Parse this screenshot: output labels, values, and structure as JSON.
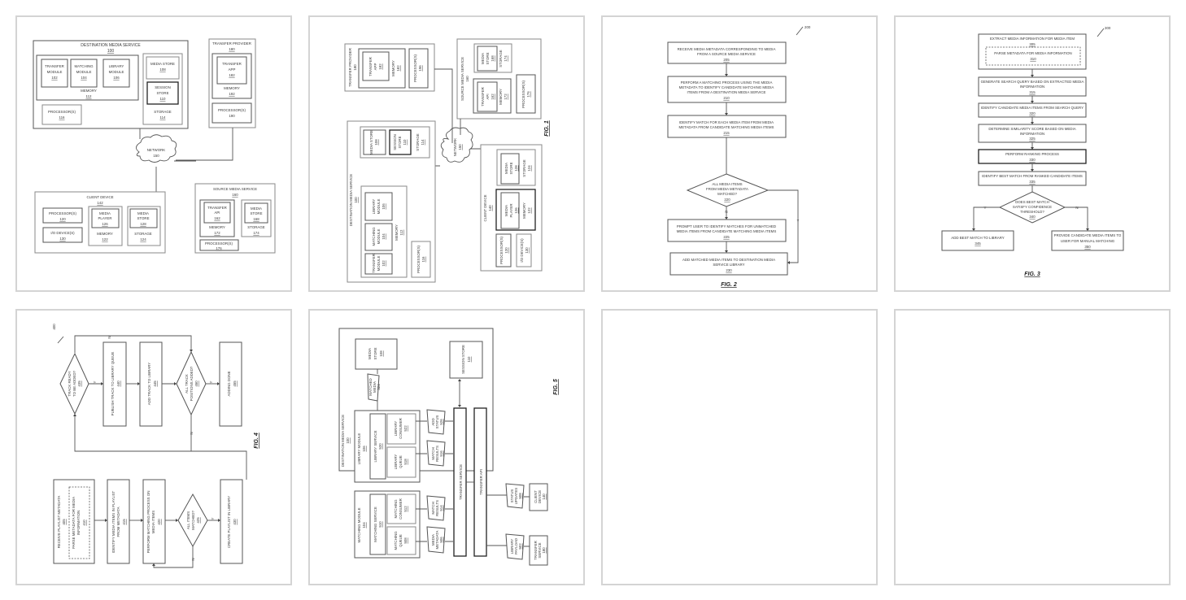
{
  "sheets": [
    {
      "figure": "",
      "blocks": {
        "dest": {
          "title": "DESTINATION MEDIA SERVICE",
          "ref": "100"
        },
        "transfer_module": {
          "l1": "TRANSFER",
          "l2": "MODULE",
          "ref": "102"
        },
        "matching_module": {
          "l1": "MATCHING",
          "l2": "MODULE",
          "ref": "104"
        },
        "library_module": {
          "l1": "LIBRARY",
          "l2": "MODULE",
          "ref": "106"
        },
        "memory": {
          "label": "MEMORY",
          "ref": "112"
        },
        "processors": {
          "label": "PROCESSOR(S)",
          "ref": "116"
        },
        "media_store": {
          "label": "MEDIA STORE",
          "ref": "108"
        },
        "session_store": {
          "l1": "SESSION",
          "l2": "STORE",
          "ref": "110"
        },
        "storage": {
          "label": "STORAGE",
          "ref": "114"
        },
        "transfer_provider": {
          "title": "TRANSFER PROVIDER",
          "ref": "180"
        },
        "transfer_app": {
          "l1": "TRANSFER",
          "l2": "APP",
          "ref": "182"
        },
        "tp_memory": {
          "label": "MEMORY",
          "ref": "192"
        },
        "tp_processors": {
          "label": "PROCESSOR(S)",
          "ref": "190"
        },
        "network": {
          "label": "NETWORK",
          "ref": "150"
        },
        "client": {
          "title": "CLIENT DEVICE",
          "ref": "142"
        },
        "c_proc": {
          "label": "PROCESSOR(S)",
          "ref": "120"
        },
        "c_io": {
          "label": "I/O DEVICE(S)",
          "ref": "130"
        },
        "c_player": {
          "l1": "MEDIA",
          "l2": "PLAYER",
          "ref": "126"
        },
        "c_memory": {
          "label": "MEMORY",
          "ref": "122"
        },
        "c_store": {
          "l1": "MEDIA",
          "l2": "STORE",
          "ref": "128"
        },
        "c_storage": {
          "label": "STORAGE",
          "ref": "124"
        },
        "source": {
          "title": "SOURCE MEDIA SERVICE",
          "ref": "160"
        },
        "s_api": {
          "l1": "TRANSFER",
          "l2": "API",
          "ref": "162"
        },
        "s_memory": {
          "label": "MEMORY",
          "ref": "172"
        },
        "s_store": {
          "l1": "MEDIA",
          "l2": "STORE",
          "ref": "168"
        },
        "s_storage": {
          "label": "STORAGE",
          "ref": "174"
        },
        "s_proc": {
          "label": "PROCESSOR(S)",
          "ref": "176"
        }
      }
    },
    {
      "figure": "FIG. 1",
      "blocks": {
        "transfer_provider": {
          "title": "TRANSFER PROVIDER",
          "ref": "180"
        },
        "transfer_app": {
          "l1": "TRANSFER",
          "l2": "APP",
          "ref": "182"
        },
        "tp_memory": {
          "label": "MEMORY",
          "ref": "182"
        },
        "tp_proc": {
          "label": "PROCESSOR(S)",
          "ref": "196"
        },
        "source": {
          "title": "SOURCE MEDIA SERVICE",
          "ref": "160"
        },
        "s_store": {
          "l1": "MEDIA",
          "l2": "STORE",
          "ref": "168"
        },
        "s_storage": {
          "label": "STORAGE",
          "ref": "174"
        },
        "s_api": {
          "l1": "TRANSFER",
          "l2": "API",
          "ref": "162"
        },
        "s_memory": {
          "label": "MEMORY",
          "ref": "172"
        },
        "s_proc": {
          "label": "PROCESSOR(S)",
          "ref": "176"
        },
        "dest": {
          "title": "DESTINATION MEDIA SERVICE",
          "ref": "100"
        },
        "media_store": {
          "label": "MEDIA STORE",
          "ref": "108"
        },
        "session_store": {
          "l1": "SESSION",
          "l2": "STORE",
          "ref": "110"
        },
        "storage": {
          "label": "STORAGE",
          "ref": "114"
        },
        "library_module": {
          "l1": "LIBRARY",
          "l2": "MODULE",
          "ref": "106"
        },
        "matching_module": {
          "l1": "MATCHING",
          "l2": "MODULE",
          "ref": "104"
        },
        "transfer_module": {
          "l1": "TRANSFER",
          "l2": "MODULE",
          "ref": "102"
        },
        "memory": {
          "label": "MEMORY",
          "ref": "112"
        },
        "processors": {
          "label": "PROCESSOR(S)",
          "ref": "116"
        },
        "network": {
          "label": "NETWORK",
          "ref": "150"
        },
        "client": {
          "title": "CLIENT DEVICE",
          "ref": "140"
        },
        "c_store": {
          "l1": "MEDIA",
          "l2": "STORE",
          "ref": "128"
        },
        "c_storage": {
          "label": "STORAGE",
          "ref": "124"
        },
        "c_player": {
          "l1": "MEDIA",
          "l2": "PLAYER",
          "ref": "126"
        },
        "c_memory": {
          "label": "MEMORY",
          "ref": "122"
        },
        "c_proc": {
          "label": "PROCESSOR(S)",
          "ref": "120"
        },
        "c_io": {
          "label": "I/O DEVICE(S)",
          "ref": "130"
        }
      }
    },
    {
      "figure": "FIG. 2",
      "ref": "200",
      "steps": [
        {
          "l1": "RECEIVE MEDIA METADATA CORRESPONDING TO MEDIA",
          "l2": "FROM A SOURCE MEDIA SERVICE",
          "l3": "",
          "ref": "205"
        },
        {
          "l1": "PERFORM A MATCHING PROCESS USING THE MEDIA",
          "l2": "METADATA TO IDENTIFY CANDIDATE MATCHING MEDIA",
          "l3": "ITEMS FROM A DESTINATION MEDIA SERVICE",
          "ref": "210"
        },
        {
          "l1": "IDENTIFY MATCH FOR EACH MEDIA ITEM FROM MEDIA",
          "l2": "METADATA FROM CANDIDATE MATCHING MEDIA ITEMS",
          "l3": "",
          "ref": "215"
        },
        {
          "l1": "PROMPT USER TO IDENTIFY MATCHES FOR UNMATCHED",
          "l2": "MEDIA ITEMS FROM CANDIDATE MATCHING MEDIA ITEMS",
          "l3": "",
          "ref": "225"
        },
        {
          "l1": "ADD MATCHED MEDIA ITEMS TO DESTINATION MEDIA",
          "l2": "SERVICE LIBRARY",
          "l3": "",
          "ref": "230"
        }
      ],
      "decision": {
        "l1": "ALL MEDIA ITEMS",
        "l2": "FROM MEDIA METADATA",
        "l3": "MATCHED?",
        "ref": "220",
        "no": "N",
        "yes": "Y"
      }
    },
    {
      "figure": "FIG. 3",
      "ref": "300",
      "steps": [
        {
          "l1": "EXTRACT MEDIA INFORMATION FOR MEDIA ITEM",
          "l2": "",
          "ref": "305"
        },
        {
          "l1": "PARSE METADATA FOR MEDIA INFORMATION",
          "l2": "",
          "ref": "310"
        },
        {
          "l1": "GENERATE SEARCH QUERY BASED ON EXTRACTED MEDIA",
          "l2": "INFORMATION",
          "ref": "315"
        },
        {
          "l1": "IDENTIFY CANDIDATE MEDIA ITEMS FROM SEARCH QUERY",
          "l2": "",
          "ref": "320"
        },
        {
          "l1": "DETERMINE SIMILARITY SCORE BASED ON MEDIA",
          "l2": "INFORMATION",
          "ref": "325"
        },
        {
          "l1": "PERFORM RANKING PROCESS",
          "l2": "",
          "ref": "330"
        },
        {
          "l1": "IDENTIFY BEST MATCH FROM RANKED CANDIDATE ITEMS",
          "l2": "",
          "ref": "335"
        },
        {
          "l1": "ADD BEST MATCH TO LIBRARY",
          "l2": "",
          "ref": "345"
        },
        {
          "l1": "PROVIDE CANDIDATE MEDIA ITEMS TO",
          "l2": "USER FOR MANUAL MATCHING",
          "ref": "350"
        }
      ],
      "decision": {
        "l1": "DOES BEST MATCH",
        "l2": "SATISFY CONFIDENCE",
        "l3": "THRESHOLD?",
        "ref": "340",
        "yes": "Y",
        "no": "N"
      }
    },
    {
      "figure": "FIG. 4",
      "ref": "400",
      "steps": [
        {
          "l1": "RECEIVE PLAYLIST METADATA",
          "l2": "",
          "ref": "405"
        },
        {
          "l1": "PARSE METADATA FOR MEDIA",
          "l2": "INFORMATION",
          "ref": "410"
        },
        {
          "l1": "IDENTIFY MEDIA ITEMS IN PLAYLIST",
          "l2": "FROM METADATA",
          "ref": "415"
        },
        {
          "l1": "PERFORM MATCHING PROCESS ON",
          "l2": "MEDIA ITEMS",
          "ref": "420"
        },
        {
          "l1": "CREATE PLAYLIST IN LIBRARY",
          "l2": "",
          "ref": "430"
        },
        {
          "l1": "PUBLISH TRACK TO LIBRARY QUEUE",
          "l2": "",
          "ref": "440"
        },
        {
          "l1": "ADD TRACK TO LIBRARY",
          "l2": "",
          "ref": "445"
        },
        {
          "l1": "ADDING DONE",
          "l2": "",
          "ref": "455"
        }
      ],
      "decisions": [
        {
          "l1": "ALL ITEMS",
          "l2": "MATCHED?",
          "ref": "425",
          "yes": "Y",
          "no": "N"
        },
        {
          "l1": "TRACK READY",
          "l2": "TO BE ADDED?",
          "ref": "435",
          "yes": "Y",
          "no": "N"
        },
        {
          "l1": "ALL TRACK",
          "l2": "POSITIONS ADDED?",
          "ref": "450",
          "yes": "Y",
          "no": "N"
        }
      ]
    },
    {
      "figure": "FIG. 5",
      "blocks": {
        "dest": {
          "title": "DESTINATION MEDIA SERVICE",
          "ref": "100"
        },
        "media_store": {
          "l1": "MEDIA",
          "l2": "STORE",
          "ref": "108"
        },
        "session_store": {
          "label": "SESSION STORE",
          "ref": "110"
        },
        "matched_media": {
          "l1": "MATCHED",
          "l2": "MEDIA",
          "ref": "524"
        },
        "library_module": {
          "label": "LIBRARY MODULE",
          "ref": "106"
        },
        "library_service": {
          "label": "LIBRARY SERVICE",
          "ref": "520"
        },
        "library_consumer": {
          "l1": "LIBRARY",
          "l2": "CONSUMER",
          "ref": "522"
        },
        "library_queue": {
          "l1": "LIBRARY",
          "l2": "QUEUE",
          "ref": "518"
        },
        "add_status": {
          "l1": "ADD",
          "l2": "STATUS",
          "ref": "526"
        },
        "match_results_a": {
          "l1": "MATCH",
          "l2": "RESULTS",
          "ref": "516"
        },
        "matching_module": {
          "label": "MATCHING MODULE",
          "ref": "104"
        },
        "matching_service": {
          "label": "MATCHING SERVICE",
          "ref": "510"
        },
        "matching_consumer": {
          "l1": "MATCHING",
          "l2": "CONSUMER",
          "ref": "512"
        },
        "matching_queue": {
          "l1": "MATCHING",
          "l2": "QUEUE",
          "ref": "508"
        },
        "match_results_b": {
          "l1": "MATCH",
          "l2": "RESULTS",
          "ref": "514"
        },
        "media_metadata": {
          "l1": "MEDIA",
          "l2": "METADATA",
          "ref": "506"
        },
        "transfer_service": {
          "label": "TRANSFER SERVICE",
          "ref": "102"
        },
        "transfer_api": {
          "label": "TRANSFER API",
          "ref": "556"
        },
        "status_updates": {
          "l1": "STATUS",
          "l2": "UPDATES",
          "ref": "508"
        },
        "client_device": {
          "l1": "CLIENT",
          "l2": "DEVICE",
          "ref": "140"
        },
        "library_payload": {
          "l1": "LIBRARY",
          "l2": "PAYLOAD",
          "ref": "502"
        },
        "transfer_service_ext": {
          "l1": "TRANSFER",
          "l2": "SERVICE",
          "ref": "180"
        }
      }
    },
    {
      "figure": ""
    },
    {
      "figure": ""
    }
  ]
}
